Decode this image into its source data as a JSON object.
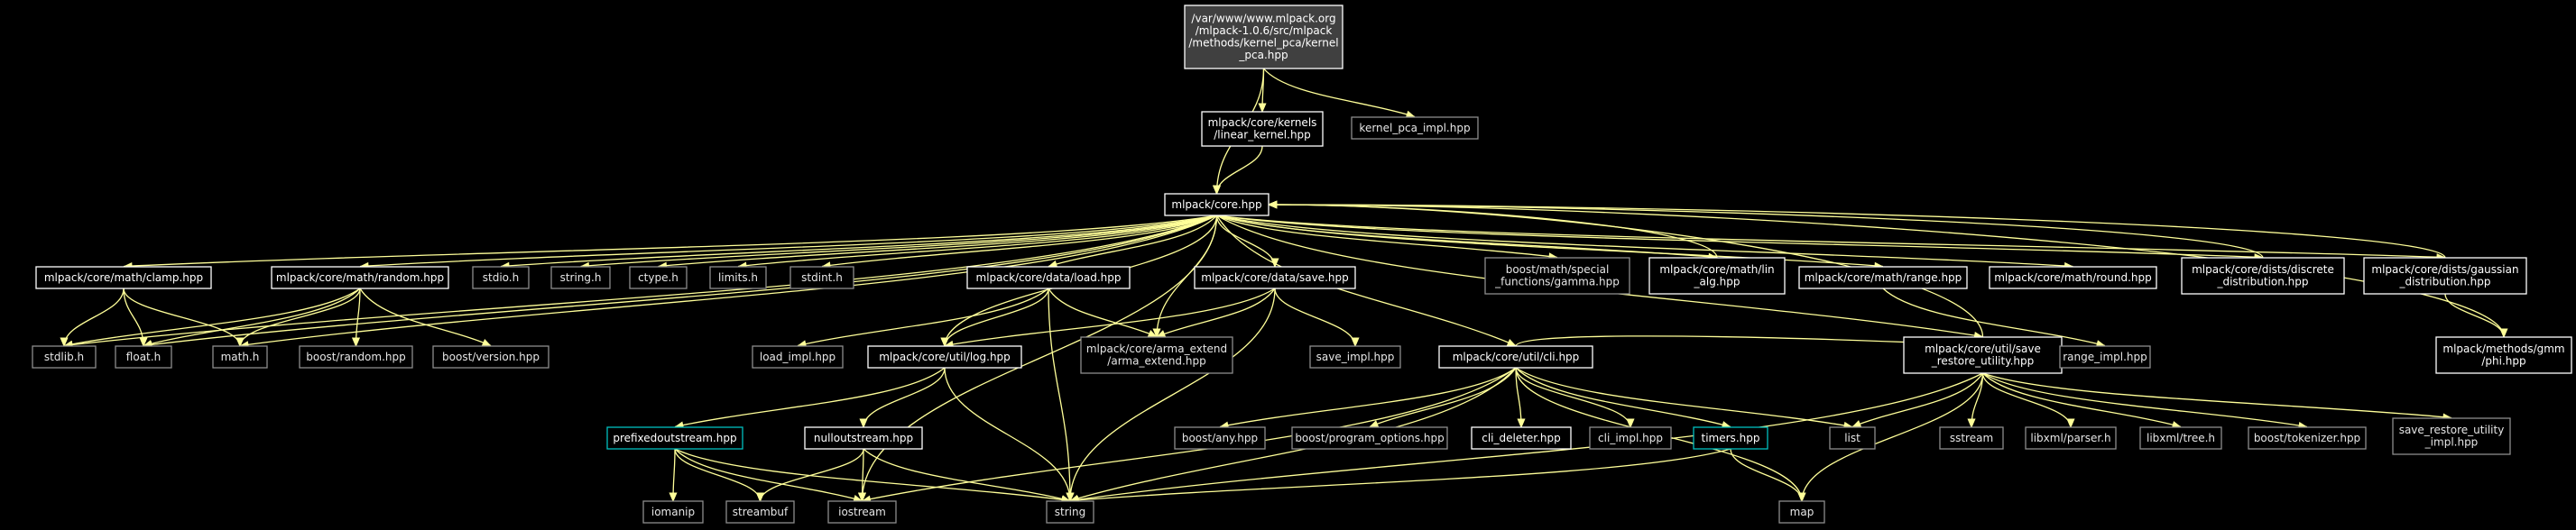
{
  "colors": {
    "background": "#000000",
    "edge": "#ffff99",
    "root_fill": "#404040",
    "node_border_documented": "#ffffff",
    "node_border_external": "#8c8c8c",
    "node_border_cyan": "#00c0c0"
  },
  "nodes": [
    {
      "id": "root",
      "style": "root",
      "lines": [
        "/var/www/www.mlpack.org",
        "/mlpack-1.0.6/src/mlpack",
        "/methods/kernel_pca/kernel",
        "_pca.hpp"
      ]
    },
    {
      "id": "linear_kernel",
      "style": "bright",
      "lines": [
        "mlpack/core/kernels",
        "/linear_kernel.hpp"
      ]
    },
    {
      "id": "kernel_pca_impl",
      "style": "dim",
      "lines": [
        "kernel_pca_impl.hpp"
      ]
    },
    {
      "id": "core",
      "style": "bright",
      "lines": [
        "mlpack/core.hpp"
      ]
    },
    {
      "id": "clamp",
      "style": "bright",
      "lines": [
        "mlpack/core/math/clamp.hpp"
      ]
    },
    {
      "id": "random",
      "style": "bright",
      "lines": [
        "mlpack/core/math/random.hpp"
      ]
    },
    {
      "id": "stdio",
      "style": "dim",
      "lines": [
        "stdio.h"
      ]
    },
    {
      "id": "string_h",
      "style": "dim",
      "lines": [
        "string.h"
      ]
    },
    {
      "id": "ctype",
      "style": "dim",
      "lines": [
        "ctype.h"
      ]
    },
    {
      "id": "limits",
      "style": "dim",
      "lines": [
        "limits.h"
      ]
    },
    {
      "id": "stdint",
      "style": "dim",
      "lines": [
        "stdint.h"
      ]
    },
    {
      "id": "load",
      "style": "bright",
      "lines": [
        "mlpack/core/data/load.hpp"
      ]
    },
    {
      "id": "save",
      "style": "bright",
      "lines": [
        "mlpack/core/data/save.hpp"
      ]
    },
    {
      "id": "gamma",
      "style": "dim",
      "lines": [
        "boost/math/special",
        "_functions/gamma.hpp"
      ]
    },
    {
      "id": "lin_alg",
      "style": "bright",
      "lines": [
        "mlpack/core/math/lin",
        "_alg.hpp"
      ]
    },
    {
      "id": "range",
      "style": "bright",
      "lines": [
        "mlpack/core/math/range.hpp"
      ]
    },
    {
      "id": "round",
      "style": "bright",
      "lines": [
        "mlpack/core/math/round.hpp"
      ]
    },
    {
      "id": "discrete",
      "style": "bright",
      "lines": [
        "mlpack/core/dists/discrete",
        "_distribution.hpp"
      ]
    },
    {
      "id": "gaussian",
      "style": "bright",
      "lines": [
        "mlpack/core/dists/gaussian",
        "_distribution.hpp"
      ]
    },
    {
      "id": "stdlib",
      "style": "dim",
      "lines": [
        "stdlib.h"
      ]
    },
    {
      "id": "float",
      "style": "dim",
      "lines": [
        "float.h"
      ]
    },
    {
      "id": "math",
      "style": "dim",
      "lines": [
        "math.h"
      ]
    },
    {
      "id": "boost_random",
      "style": "dim",
      "lines": [
        "boost/random.hpp"
      ]
    },
    {
      "id": "boost_version",
      "style": "dim",
      "lines": [
        "boost/version.hpp"
      ]
    },
    {
      "id": "load_impl",
      "style": "dim",
      "lines": [
        "load_impl.hpp"
      ]
    },
    {
      "id": "log",
      "style": "bright",
      "lines": [
        "mlpack/core/util/log.hpp"
      ]
    },
    {
      "id": "arma_extend",
      "style": "dim",
      "lines": [
        "mlpack/core/arma_extend",
        "/arma_extend.hpp"
      ]
    },
    {
      "id": "save_impl",
      "style": "dim",
      "lines": [
        "save_impl.hpp"
      ]
    },
    {
      "id": "cli",
      "style": "bright",
      "lines": [
        "mlpack/core/util/cli.hpp"
      ]
    },
    {
      "id": "save_restore",
      "style": "bright",
      "lines": [
        "mlpack/core/util/save",
        "_restore_utility.hpp"
      ]
    },
    {
      "id": "range_impl",
      "style": "dim",
      "lines": [
        "range_impl.hpp"
      ]
    },
    {
      "id": "phi",
      "style": "bright",
      "lines": [
        "mlpack/methods/gmm",
        "/phi.hpp"
      ]
    },
    {
      "id": "prefixed",
      "style": "cyan",
      "lines": [
        "prefixedoutstream.hpp"
      ]
    },
    {
      "id": "nullout",
      "style": "bright",
      "lines": [
        "nulloutstream.hpp"
      ]
    },
    {
      "id": "boost_any",
      "style": "dim",
      "lines": [
        "boost/any.hpp"
      ]
    },
    {
      "id": "program_options",
      "style": "dim",
      "lines": [
        "boost/program_options.hpp"
      ]
    },
    {
      "id": "cli_deleter",
      "style": "bright",
      "lines": [
        "cli_deleter.hpp"
      ]
    },
    {
      "id": "cli_impl",
      "style": "dim",
      "lines": [
        "cli_impl.hpp"
      ]
    },
    {
      "id": "timers",
      "style": "cyan",
      "lines": [
        "timers.hpp"
      ]
    },
    {
      "id": "list",
      "style": "dim",
      "lines": [
        "list"
      ]
    },
    {
      "id": "sstream",
      "style": "dim",
      "lines": [
        "sstream"
      ]
    },
    {
      "id": "libxml_parser",
      "style": "dim",
      "lines": [
        "libxml/parser.h"
      ]
    },
    {
      "id": "libxml_tree",
      "style": "dim",
      "lines": [
        "libxml/tree.h"
      ]
    },
    {
      "id": "tokenizer",
      "style": "dim",
      "lines": [
        "boost/tokenizer.hpp"
      ]
    },
    {
      "id": "sru_impl",
      "style": "dim",
      "lines": [
        "save_restore_utility",
        "_impl.hpp"
      ]
    },
    {
      "id": "iomanip",
      "style": "dim",
      "lines": [
        "iomanip"
      ]
    },
    {
      "id": "streambuf",
      "style": "dim",
      "lines": [
        "streambuf"
      ]
    },
    {
      "id": "iostream",
      "style": "dim",
      "lines": [
        "iostream"
      ]
    },
    {
      "id": "string",
      "style": "dim",
      "lines": [
        "string"
      ]
    },
    {
      "id": "map",
      "style": "dim",
      "lines": [
        "map"
      ]
    }
  ],
  "edges": [
    [
      "root",
      "linear_kernel"
    ],
    [
      "root",
      "kernel_pca_impl"
    ],
    [
      "root",
      "core"
    ],
    [
      "linear_kernel",
      "core"
    ],
    [
      "core",
      "clamp"
    ],
    [
      "core",
      "random"
    ],
    [
      "core",
      "stdio"
    ],
    [
      "core",
      "string_h"
    ],
    [
      "core",
      "ctype"
    ],
    [
      "core",
      "limits"
    ],
    [
      "core",
      "stdint"
    ],
    [
      "core",
      "load"
    ],
    [
      "core",
      "save"
    ],
    [
      "core",
      "gamma"
    ],
    [
      "core",
      "lin_alg"
    ],
    [
      "core",
      "range"
    ],
    [
      "core",
      "round"
    ],
    [
      "core",
      "discrete"
    ],
    [
      "core",
      "gaussian"
    ],
    [
      "core",
      "stdlib"
    ],
    [
      "core",
      "float"
    ],
    [
      "core",
      "math"
    ],
    [
      "core",
      "log"
    ],
    [
      "core",
      "arma_extend"
    ],
    [
      "core",
      "cli"
    ],
    [
      "core",
      "save_restore"
    ],
    [
      "core",
      "iostream"
    ],
    [
      "clamp",
      "stdlib"
    ],
    [
      "clamp",
      "float"
    ],
    [
      "clamp",
      "math"
    ],
    [
      "random",
      "stdlib"
    ],
    [
      "random",
      "float"
    ],
    [
      "random",
      "math"
    ],
    [
      "random",
      "boost_random"
    ],
    [
      "random",
      "boost_version"
    ],
    [
      "load",
      "load_impl"
    ],
    [
      "load",
      "log"
    ],
    [
      "load",
      "arma_extend"
    ],
    [
      "load",
      "string"
    ],
    [
      "save",
      "log"
    ],
    [
      "save",
      "arma_extend"
    ],
    [
      "save",
      "save_impl"
    ],
    [
      "save",
      "string"
    ],
    [
      "lin_alg",
      "core"
    ],
    [
      "range",
      "range_impl"
    ],
    [
      "discrete",
      "core"
    ],
    [
      "gaussian",
      "core"
    ],
    [
      "gaussian",
      "phi"
    ],
    [
      "phi",
      "core"
    ],
    [
      "log",
      "prefixed"
    ],
    [
      "log",
      "nullout"
    ],
    [
      "log",
      "string"
    ],
    [
      "prefixed",
      "iomanip"
    ],
    [
      "prefixed",
      "streambuf"
    ],
    [
      "prefixed",
      "iostream"
    ],
    [
      "prefixed",
      "string"
    ],
    [
      "nullout",
      "streambuf"
    ],
    [
      "nullout",
      "iostream"
    ],
    [
      "nullout",
      "string"
    ],
    [
      "cli",
      "boost_any"
    ],
    [
      "cli",
      "program_options"
    ],
    [
      "cli",
      "cli_deleter"
    ],
    [
      "cli",
      "cli_impl"
    ],
    [
      "cli",
      "timers"
    ],
    [
      "cli",
      "list"
    ],
    [
      "cli",
      "map"
    ],
    [
      "cli",
      "iostream"
    ],
    [
      "cli",
      "string"
    ],
    [
      "cli",
      "save_restore"
    ],
    [
      "timers",
      "map"
    ],
    [
      "timers",
      "string"
    ],
    [
      "save_restore",
      "list"
    ],
    [
      "save_restore",
      "sstream"
    ],
    [
      "save_restore",
      "libxml_parser"
    ],
    [
      "save_restore",
      "libxml_tree"
    ],
    [
      "save_restore",
      "tokenizer"
    ],
    [
      "save_restore",
      "sru_impl"
    ],
    [
      "save_restore",
      "map"
    ],
    [
      "save_restore",
      "string"
    ],
    [
      "save_restore",
      "core"
    ]
  ]
}
